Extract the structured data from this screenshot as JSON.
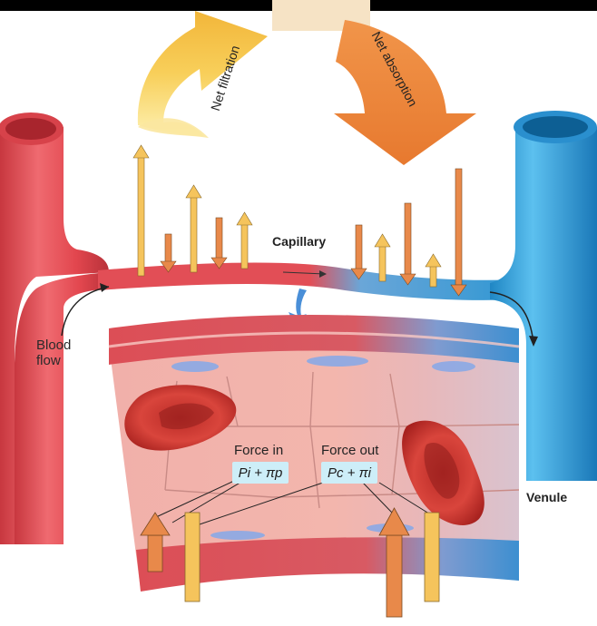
{
  "labels": {
    "net_filtration": "Net filtration",
    "net_absorption": "Net absorption",
    "capillary": "Capillary",
    "blood_flow_line1": "Blood",
    "blood_flow_line2": "flow",
    "venule": "Venule",
    "force_in": "Force in",
    "force_out": "Force out",
    "force_in_formula": "Pi + πp",
    "force_out_formula": "Pc + πi"
  },
  "colors": {
    "artery": "#e8525a",
    "vein": "#3aa6dc",
    "filtration_arrow": "#f6c54a",
    "absorption_arrow": "#ee8a3a",
    "arrow_outward": "#f5c45c",
    "arrow_inward": "#e8894a",
    "formula_box": "#cdeef8"
  }
}
